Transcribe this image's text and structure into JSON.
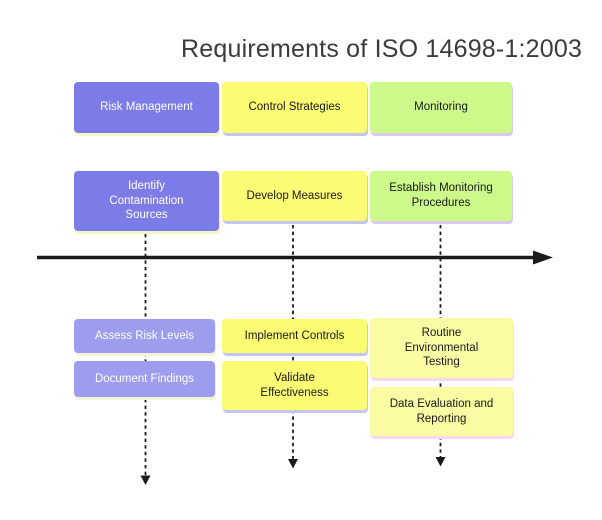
{
  "diagram": {
    "title": "Requirements of ISO 14698-1:2003",
    "columns": [
      {
        "id": "risk-management",
        "boxes": [
          {
            "label": "Risk Management"
          },
          {
            "label": "Identify Contamination Sources"
          },
          {
            "label": "Assess Risk Levels"
          },
          {
            "label": "Document Findings"
          }
        ]
      },
      {
        "id": "control-strategies",
        "boxes": [
          {
            "label": "Control Strategies"
          },
          {
            "label": "Develop Measures"
          },
          {
            "label": "Implement Controls"
          },
          {
            "label": "Validate Effectiveness"
          }
        ]
      },
      {
        "id": "monitoring",
        "boxes": [
          {
            "label": "Monitoring"
          },
          {
            "label": "Establish Monitoring Procedures"
          },
          {
            "label": "Routine Environmental Testing"
          },
          {
            "label": "Data Evaluation and Reporting"
          }
        ]
      }
    ],
    "colors": {
      "purple": "#7c7ce8",
      "purple_light": "#9d9def",
      "yellow": "#fbfb74",
      "yellow_pale": "#fbfba4",
      "green": "#cdf98a",
      "title_text": "#3b3b3b",
      "arrow": "#1b1b1b"
    }
  }
}
